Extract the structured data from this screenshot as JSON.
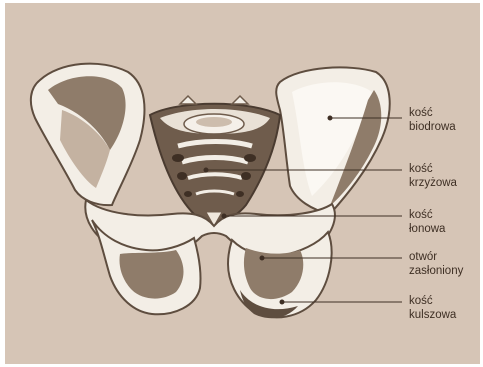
{
  "labels": [
    {
      "id": "hip-bone",
      "lines": [
        "kość",
        "biodrowa"
      ]
    },
    {
      "id": "sacrum",
      "lines": [
        "kość",
        "krzyżowa"
      ]
    },
    {
      "id": "pubic-bone",
      "lines": [
        "kość",
        "łonowa"
      ]
    },
    {
      "id": "obturator-foramen",
      "lines": [
        "otwór",
        "zasłoniony"
      ]
    },
    {
      "id": "ischium",
      "lines": [
        "kość",
        "kulszowa"
      ]
    }
  ],
  "colors": {
    "background": "#d6c5b6",
    "bone_light": "#f3eee6",
    "bone_shadow": "#8f7c6a",
    "bone_dark": "#5e4d3f",
    "text": "#3e2f24"
  }
}
